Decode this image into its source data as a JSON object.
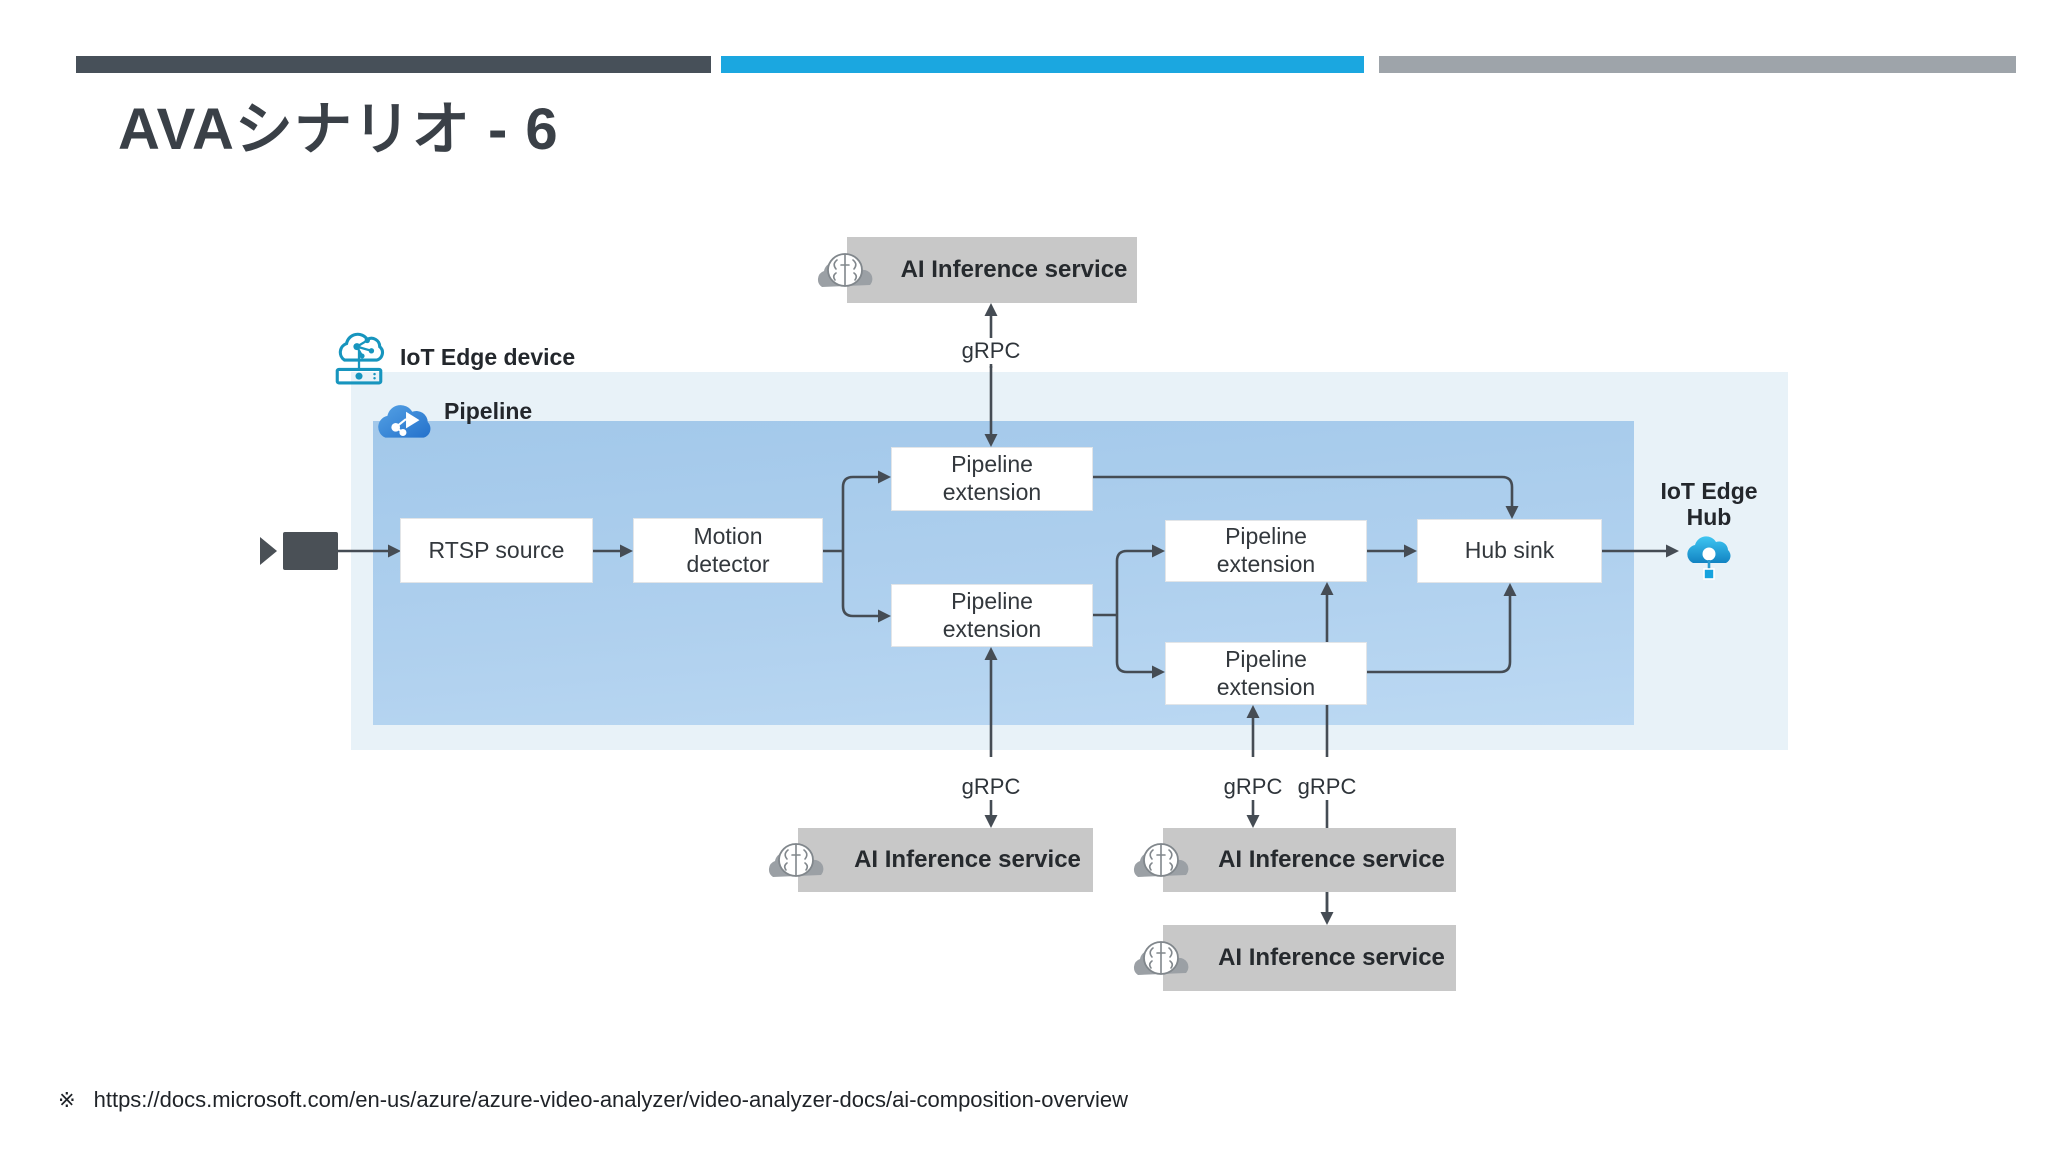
{
  "slide": {
    "title": "AVAシナリオ - 6",
    "footer": {
      "marker": "※",
      "url": "https://docs.microsoft.com/en-us/azure/azure-video-analyzer/video-analyzer-docs/ai-composition-overview"
    },
    "accent_bars": {
      "dark": "#475059",
      "blue": "#1BA7E0",
      "gray": "#9EA4AA"
    }
  },
  "diagram": {
    "containers": {
      "iot_edge_device_label": "IoT Edge device",
      "pipeline_label": "Pipeline"
    },
    "nodes": {
      "ai_inference_top": "AI Inference service",
      "rtsp_source": "RTSP source",
      "motion_detector": "Motion detector",
      "pipeline_extension_1": "Pipeline extension",
      "pipeline_extension_2": "Pipeline extension",
      "pipeline_extension_3": "Pipeline extension",
      "pipeline_extension_4": "Pipeline extension",
      "hub_sink": "Hub sink",
      "ai_inference_bottom_left": "AI Inference service",
      "ai_inference_middle_right": "AI Inference service",
      "ai_inference_bottom_right": "AI Inference service"
    },
    "hub": {
      "label_line1": "IoT Edge",
      "label_line2": "Hub"
    },
    "edge_labels": {
      "grpc_top": "gRPC",
      "grpc_bottom_left": "gRPC",
      "grpc_bottom_middle": "gRPC",
      "grpc_bottom_right": "gRPC"
    },
    "icons": {
      "camera": "video-camera-icon",
      "iot_edge_device": "iot-edge-device-icon",
      "pipeline": "pipeline-cloud-icon",
      "iot_edge_hub": "iot-edge-hub-cloud-icon",
      "ai_brain": "ai-brain-icon"
    },
    "colors": {
      "container_outer": "#E8F2F8",
      "container_inner_top": "#A2C8EA",
      "container_inner_bottom": "#BCD9F3",
      "node_fill": "#FFFFFF",
      "ai_node_fill": "#C8C8C8",
      "connector": "#454C54"
    }
  }
}
